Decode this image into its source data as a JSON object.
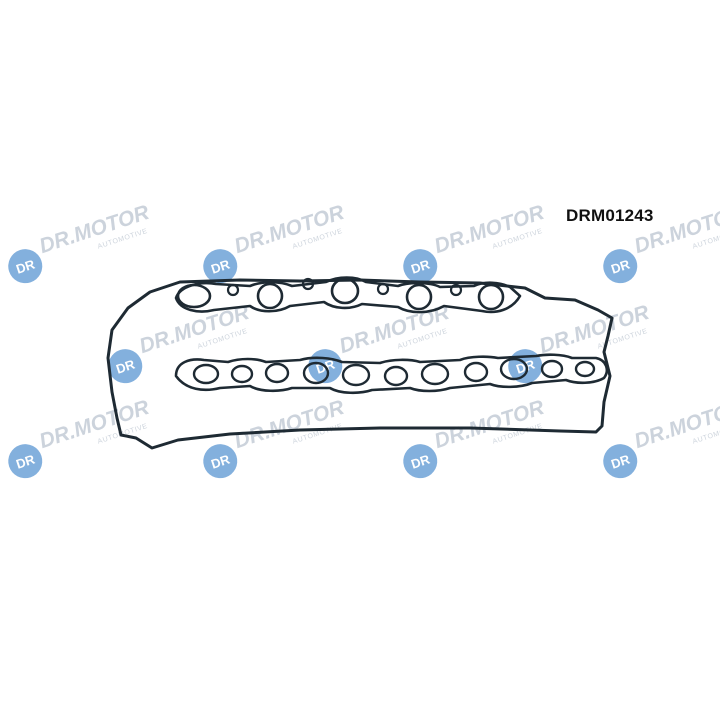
{
  "product": {
    "code": "DRM01243"
  },
  "watermark": {
    "brand_text": "DR.MOTOR",
    "tagline": "AUTOMOTIVE",
    "circle_text": "DR",
    "circle_color": "#6ea3d8",
    "text_color": "#c4ccd6"
  },
  "gasket": {
    "color": "#1e2a33"
  }
}
